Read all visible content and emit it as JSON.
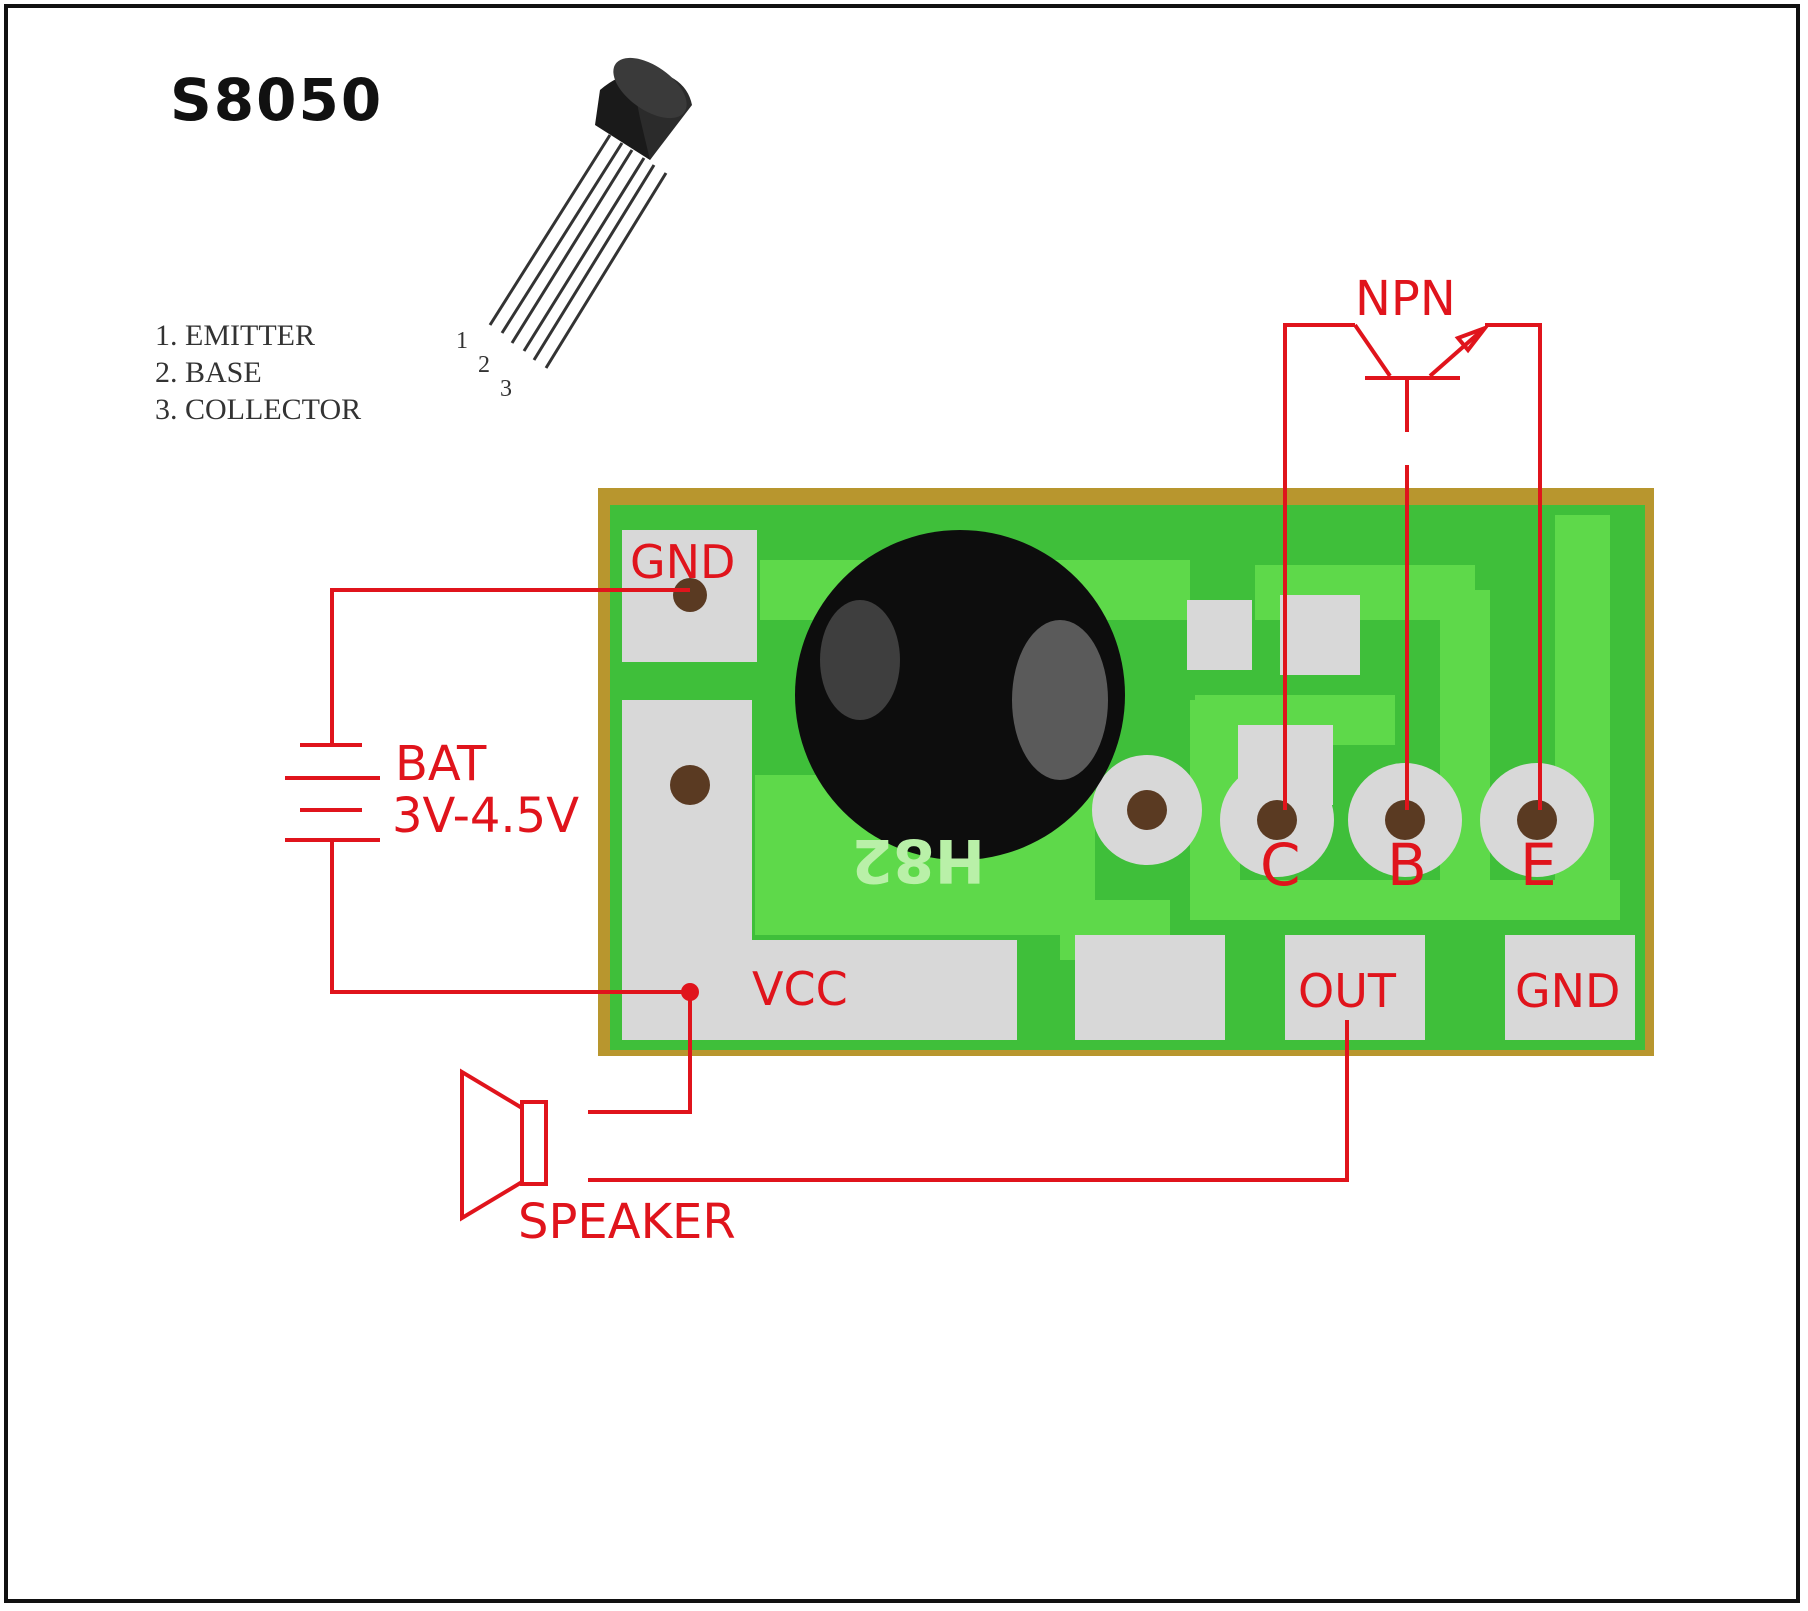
{
  "title": "S8050",
  "pin_legend": [
    "1. EMITTER",
    "2. BASE",
    "3. COLLECTOR"
  ],
  "pin_numbers": [
    "1",
    "2",
    "3"
  ],
  "transistor_type": "NPN",
  "labels": {
    "gnd_top": "GND",
    "bat": "BAT",
    "bat_voltage": "3V-4.5V",
    "vcc": "VCC",
    "out": "OUT",
    "gnd_bottom": "GND",
    "speaker": "SPEAKER",
    "pin_c": "C",
    "pin_b": "B",
    "pin_e": "E"
  },
  "board_silkscreen": "H82",
  "colors": {
    "wire": "#e0141c",
    "pcb_green": "#3fbf3a",
    "pcb_trace": "#5ed94a",
    "pad": "#d8d8d8",
    "board_edge": "#b8962e"
  }
}
